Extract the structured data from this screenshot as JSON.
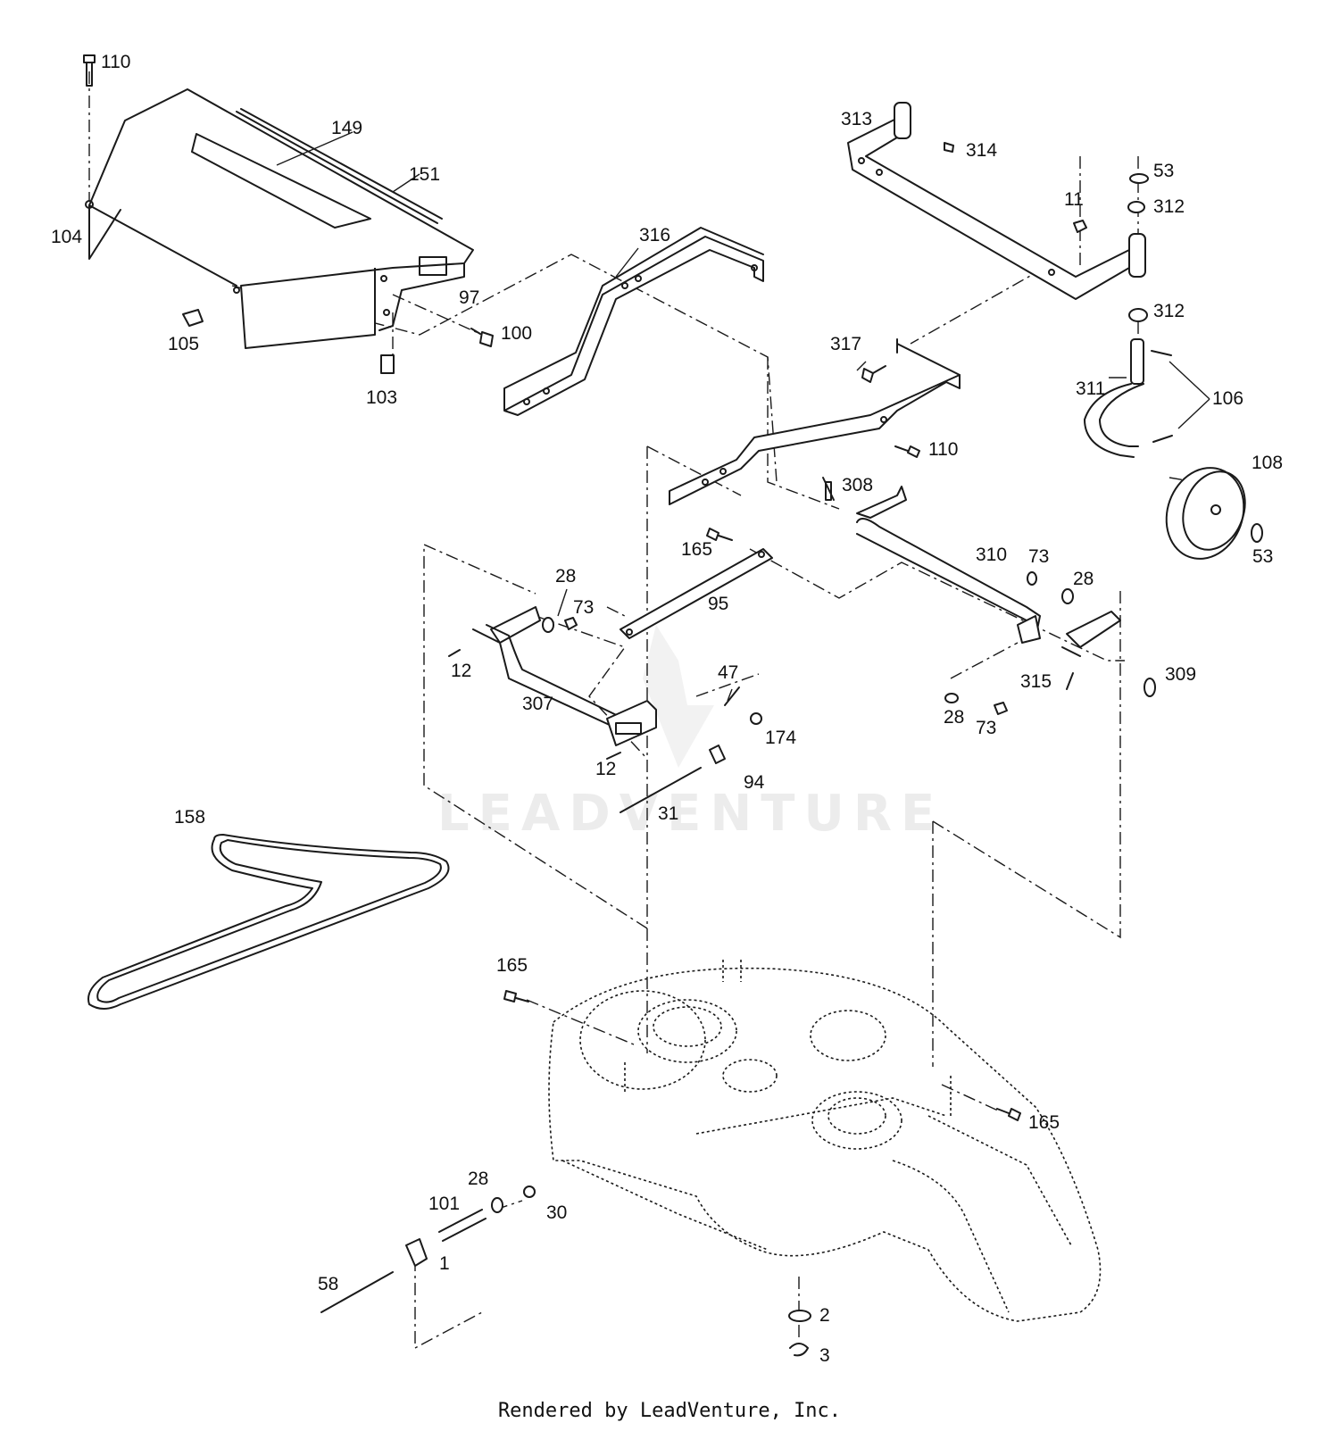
{
  "watermark": "LEADVENTURE",
  "footer": "Rendered by LeadVenture, Inc.",
  "callouts": [
    "110",
    "149",
    "151",
    "104",
    "97",
    "100",
    "105",
    "103",
    "316",
    "313",
    "314",
    "53",
    "312",
    "11",
    "312",
    "317",
    "311",
    "106",
    "110",
    "108",
    "308",
    "53",
    "310",
    "165",
    "73",
    "28",
    "95",
    "28",
    "73",
    "12",
    "309",
    "47",
    "315",
    "307",
    "174",
    "28",
    "73",
    "12",
    "94",
    "31",
    "158",
    "165",
    "165",
    "28",
    "101",
    "30",
    "1",
    "58",
    "2",
    "3"
  ]
}
